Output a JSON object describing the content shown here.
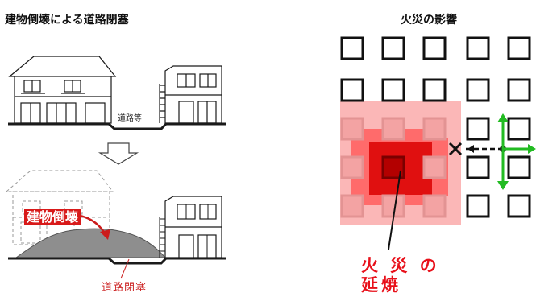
{
  "titles": {
    "left": "建物倒壊による道路閉塞",
    "right": "火災の影響"
  },
  "labels": {
    "road": "道路等",
    "collapse": "建物倒壊",
    "blocked": "道路閉塞",
    "fire_line1": "火 災 の",
    "fire_line2": "延焼"
  },
  "colors": {
    "line": "#1a1a1a",
    "fire_core": "#e01010",
    "fire_zone": "#ff6b6b",
    "fire_halo": "#fbb7b7",
    "text_red": "#e8101a",
    "arrow_green": "#22bb22",
    "debris": "#8e8e8e"
  }
}
